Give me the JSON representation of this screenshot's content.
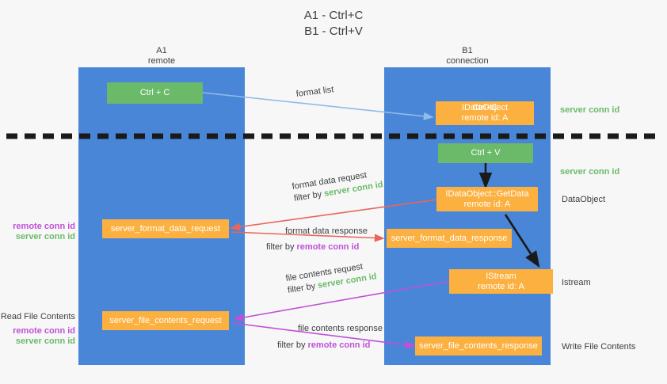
{
  "title": {
    "line1": "A1 - Ctrl+C",
    "line2": "B1 - Ctrl+V"
  },
  "lanes": [
    {
      "id": "a1",
      "name": "A1",
      "role": "remote",
      "color": "#4a86d8"
    },
    {
      "id": "b1",
      "name": "B1",
      "role": "connection",
      "color": "#4a86d8"
    }
  ],
  "colors": {
    "lane": "#4a86d8",
    "green_box": "#6aba6a",
    "orange_box": "#fbb03f",
    "server_conn_id": "#6aba6a",
    "remote_conn_id": "#c050d8",
    "arrow_blue": "#8fbce8",
    "arrow_red": "#e8665a",
    "arrow_magenta": "#c050d8",
    "arrow_black": "#1a1a1a",
    "background": "#f7f7f7"
  },
  "boxes": {
    "ctrl_c": {
      "label": "Ctrl + C",
      "style": "green"
    },
    "ctrl_v": {
      "label": "Ctrl + V",
      "style": "green"
    },
    "idataobject": {
      "label": "IDataObject",
      "overlap_label": "Ctrl+C",
      "sub": "remote id: A",
      "style": "orange"
    },
    "getdata": {
      "label": "IDataObject::GetData",
      "sub": "remote id: A",
      "style": "orange"
    },
    "istream": {
      "label": "IStream",
      "sub": "remote id: A",
      "style": "orange"
    },
    "format_data_request": {
      "label": "server_format_data_request",
      "style": "orange"
    },
    "format_data_response": {
      "label": "server_format_data_response",
      "style": "orange"
    },
    "file_contents_request": {
      "label": "server_file_contents_request",
      "style": "orange"
    },
    "file_contents_response": {
      "label": "server_file_contents_response",
      "style": "orange"
    }
  },
  "edge_labels": {
    "format_list": "format list",
    "format_data_request": {
      "line1": "format data request",
      "prefix": "filter by ",
      "highlight": "server conn id",
      "highlight_kind": "server"
    },
    "format_data_response": {
      "line1": "format data response",
      "prefix": "filter by ",
      "highlight": "remote conn id",
      "highlight_kind": "remote"
    },
    "file_contents_request": {
      "line1": "file contents request",
      "prefix": "filter by ",
      "highlight": "server conn id",
      "highlight_kind": "server"
    },
    "file_contents_response": {
      "line1": "file contents response",
      "prefix": "filter by ",
      "highlight": "remote conn id",
      "highlight_kind": "remote"
    }
  },
  "annotations": {
    "right": {
      "server_conn_id_top": "server conn id",
      "server_conn_id_mid": "server conn id",
      "dataobject": "DataObject",
      "istream": "Istream",
      "write_file_contents": "Write File Contents"
    },
    "left": {
      "remote_conn_id_1": "remote conn id",
      "server_conn_id_1": "server conn id",
      "read_file_contents": "Read File Contents",
      "remote_conn_id_2": "remote conn id",
      "server_conn_id_2": "server conn id"
    }
  },
  "divider": {
    "kind": "dashed-horizontal",
    "color": "#1a1a1a"
  }
}
